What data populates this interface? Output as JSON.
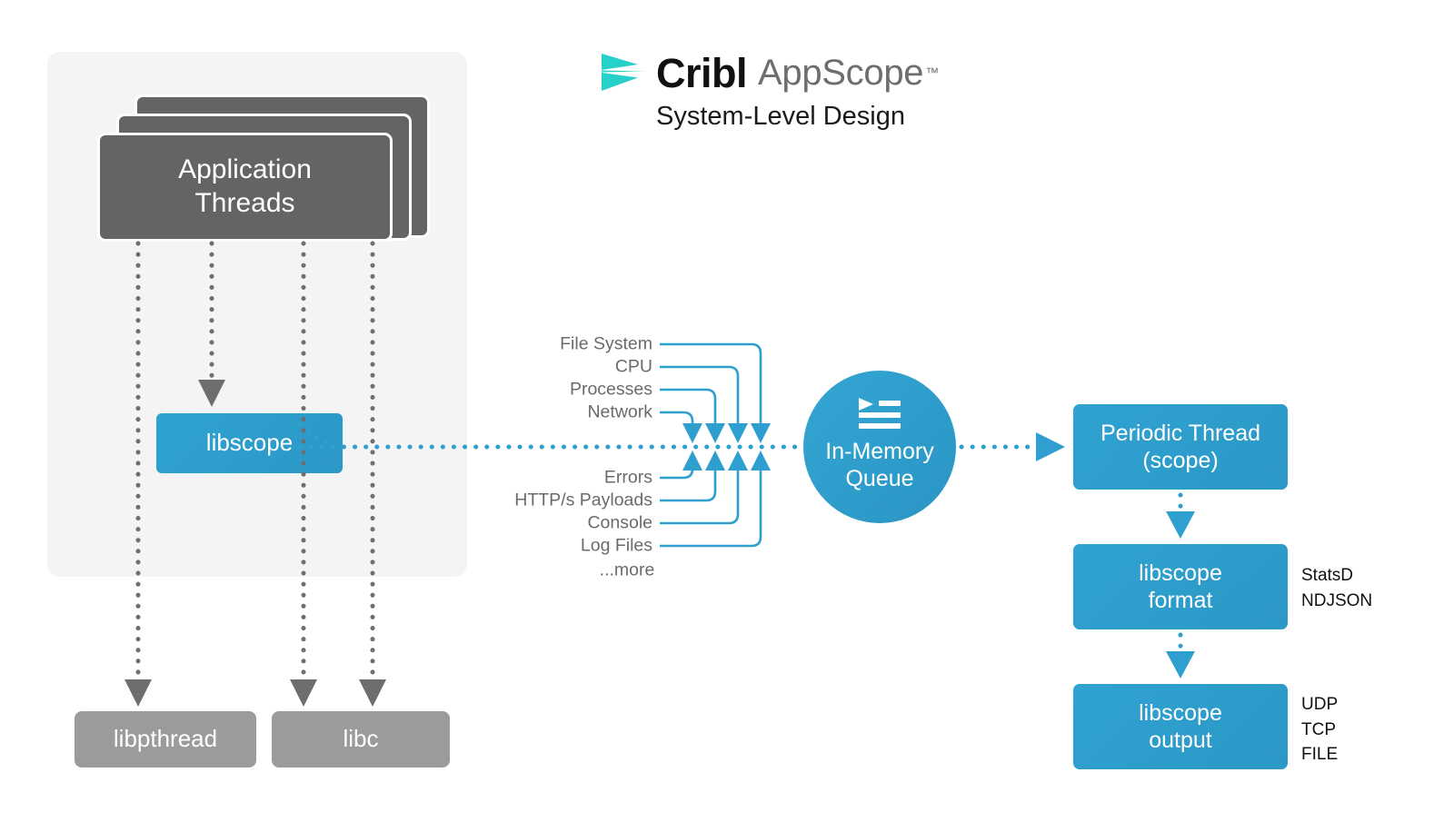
{
  "meta": {
    "title": "Cribl AppScope System-Level Design",
    "subtitle": "System-Level Design"
  },
  "brand": {
    "name": "Cribl",
    "product": "AppScope",
    "trademark": "™",
    "logo_icon": "cribl-triangles-logo-icon",
    "colors": {
      "teal": "#27D0C8",
      "blue": "#2E9FCE",
      "dark_gray": "#646464",
      "mid_gray": "#9B9B9B",
      "panel_gray": "#F4F4F4",
      "text_gray": "#6B6B6B",
      "black": "#111111",
      "white": "#FFFFFF"
    }
  },
  "left_panel": {
    "threads": {
      "label": "Application\nThreads",
      "line1": "Application",
      "line2": "Threads",
      "stack_count": 3
    },
    "libscope": {
      "label": "libscope"
    }
  },
  "bottom_libs": [
    {
      "label": "libpthread"
    },
    {
      "label": "libc"
    }
  ],
  "sources": {
    "above": [
      {
        "label": "File System"
      },
      {
        "label": "CPU"
      },
      {
        "label": "Processes"
      },
      {
        "label": "Network"
      }
    ],
    "below": [
      {
        "label": "Errors"
      },
      {
        "label": "HTTP/s Payloads"
      },
      {
        "label": "Console"
      },
      {
        "label": "Log Files"
      }
    ],
    "more": "...more"
  },
  "queue": {
    "label": "In-Memory\nQueue",
    "line1": "In-Memory",
    "line2": "Queue",
    "icon": "queue-list-icon"
  },
  "pipeline": [
    {
      "label": "Periodic Thread\n(scope)",
      "line1": "Periodic Thread",
      "line2": "(scope)",
      "notes": ""
    },
    {
      "label": "libscope\nformat",
      "line1": "libscope",
      "line2": "format",
      "notes": "StatsD\nNDJSON"
    },
    {
      "label": "libscope\noutput",
      "line1": "libscope",
      "line2": "output",
      "notes": "UDP\nTCP\nFILE"
    }
  ]
}
